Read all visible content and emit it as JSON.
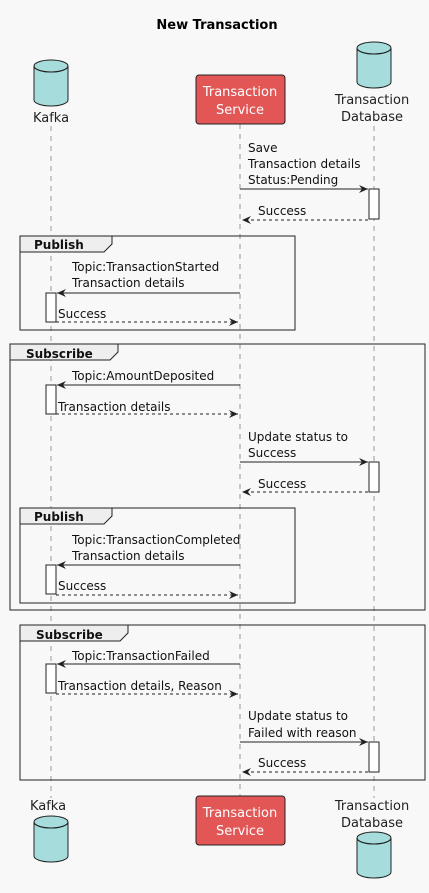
{
  "title": "New Transaction",
  "participants": {
    "kafka": "Kafka",
    "service_line1": "Transaction",
    "service_line2": "Service",
    "db_line1": "Transaction",
    "db_line2": "Database"
  },
  "fragments": {
    "publish1": "Publish",
    "subscribe1": "Subscribe",
    "publish2": "Publish",
    "subscribe2": "Subscribe"
  },
  "messages": {
    "m1_l1": "Save",
    "m1_l2": "Transaction details",
    "m1_l3": "Status:Pending",
    "m2": "Success",
    "m3_l1": "Topic:TransactionStarted",
    "m3_l2": "Transaction details",
    "m4": "Success",
    "m5": "Topic:AmountDeposited",
    "m6": "Transaction details",
    "m7_l1": "Update status to",
    "m7_l2": "Success",
    "m8": "Success",
    "m9_l1": "Topic:TransactionCompleted",
    "m9_l2": "Transaction details",
    "m10": "Success",
    "m11": "Topic:TransactionFailed",
    "m12": "Transaction details, Reason",
    "m13_l1": "Update status to",
    "m13_l2": "Failed with reason",
    "m14": "Success"
  },
  "colors": {
    "database_fill": "#a6dcdc",
    "service_fill": "#e35656",
    "background": "#f8f8f8"
  }
}
